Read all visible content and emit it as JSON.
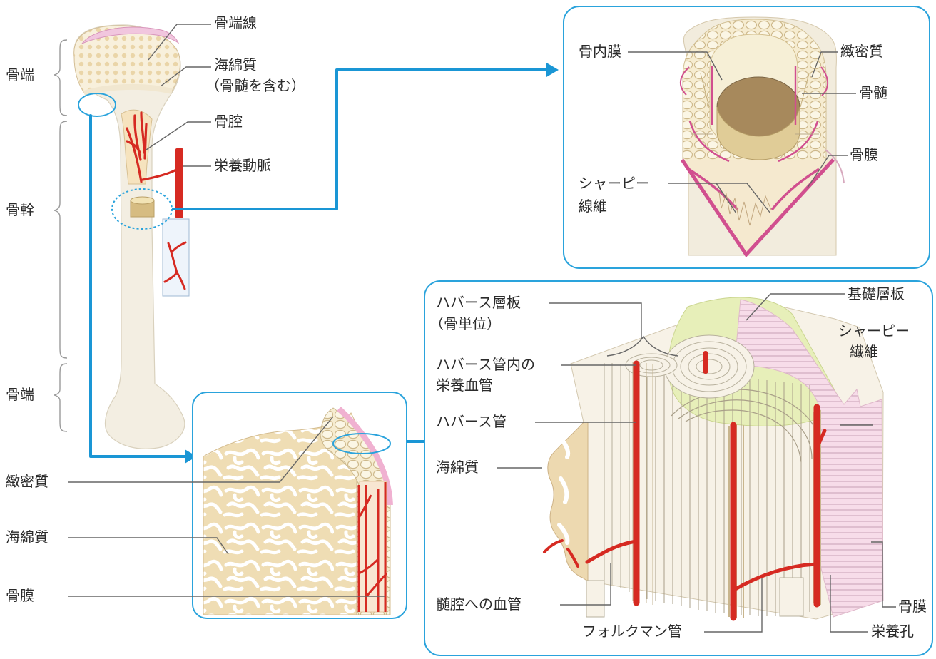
{
  "labels": {
    "epiphyseal_line": "骨端線",
    "spongy_bone_marrow_1": "海綿質",
    "spongy_bone_marrow_2": "（骨髄を含む）",
    "bone_cavity": "骨腔",
    "nutrient_artery": "栄養動脈",
    "endosteum": "骨内膜",
    "compact_bone_top": "緻密質",
    "bone_marrow": "骨髄",
    "periosteum_top": "骨膜",
    "sharpey_top_1": "シャーピー",
    "sharpey_top_2": "線維",
    "epiphysis_top": "骨端",
    "diaphysis": "骨幹",
    "epiphysis_bottom": "骨端",
    "compact_bone_left": "緻密質",
    "spongy_bone_left": "海綿質",
    "periosteum_left": "骨膜",
    "haversian_lamella_1": "ハバース層板",
    "haversian_lamella_2": "（骨単位）",
    "circumferential_lamella": "基礎層板",
    "sharpey_right_1": "シャーピー",
    "sharpey_right_2": "繊維",
    "haversian_vessel_1": "ハバース管内の",
    "haversian_vessel_2": "栄養血管",
    "haversian_canal": "ハバース管",
    "spongy_bone_right": "海綿質",
    "vessel_to_marrow": "髄腔への血管",
    "volkmann_canal": "フォルクマン管",
    "nutrient_foramen": "栄養孔",
    "periosteum_right": "骨膜"
  },
  "colors": {
    "bone": "#f4ecd6",
    "bone_light": "#f7f2e4",
    "spongy": "#ead7b0",
    "marrow": "#a7895c",
    "vessel": "#d62a22",
    "periosteum": "#f2c8dc",
    "periosteum_dark": "#d34f92",
    "lamella_green": "#e7efb9",
    "leader": "#666666",
    "arrow_blue": "#1a96d5",
    "frame_blue": "#2aa3dc"
  }
}
